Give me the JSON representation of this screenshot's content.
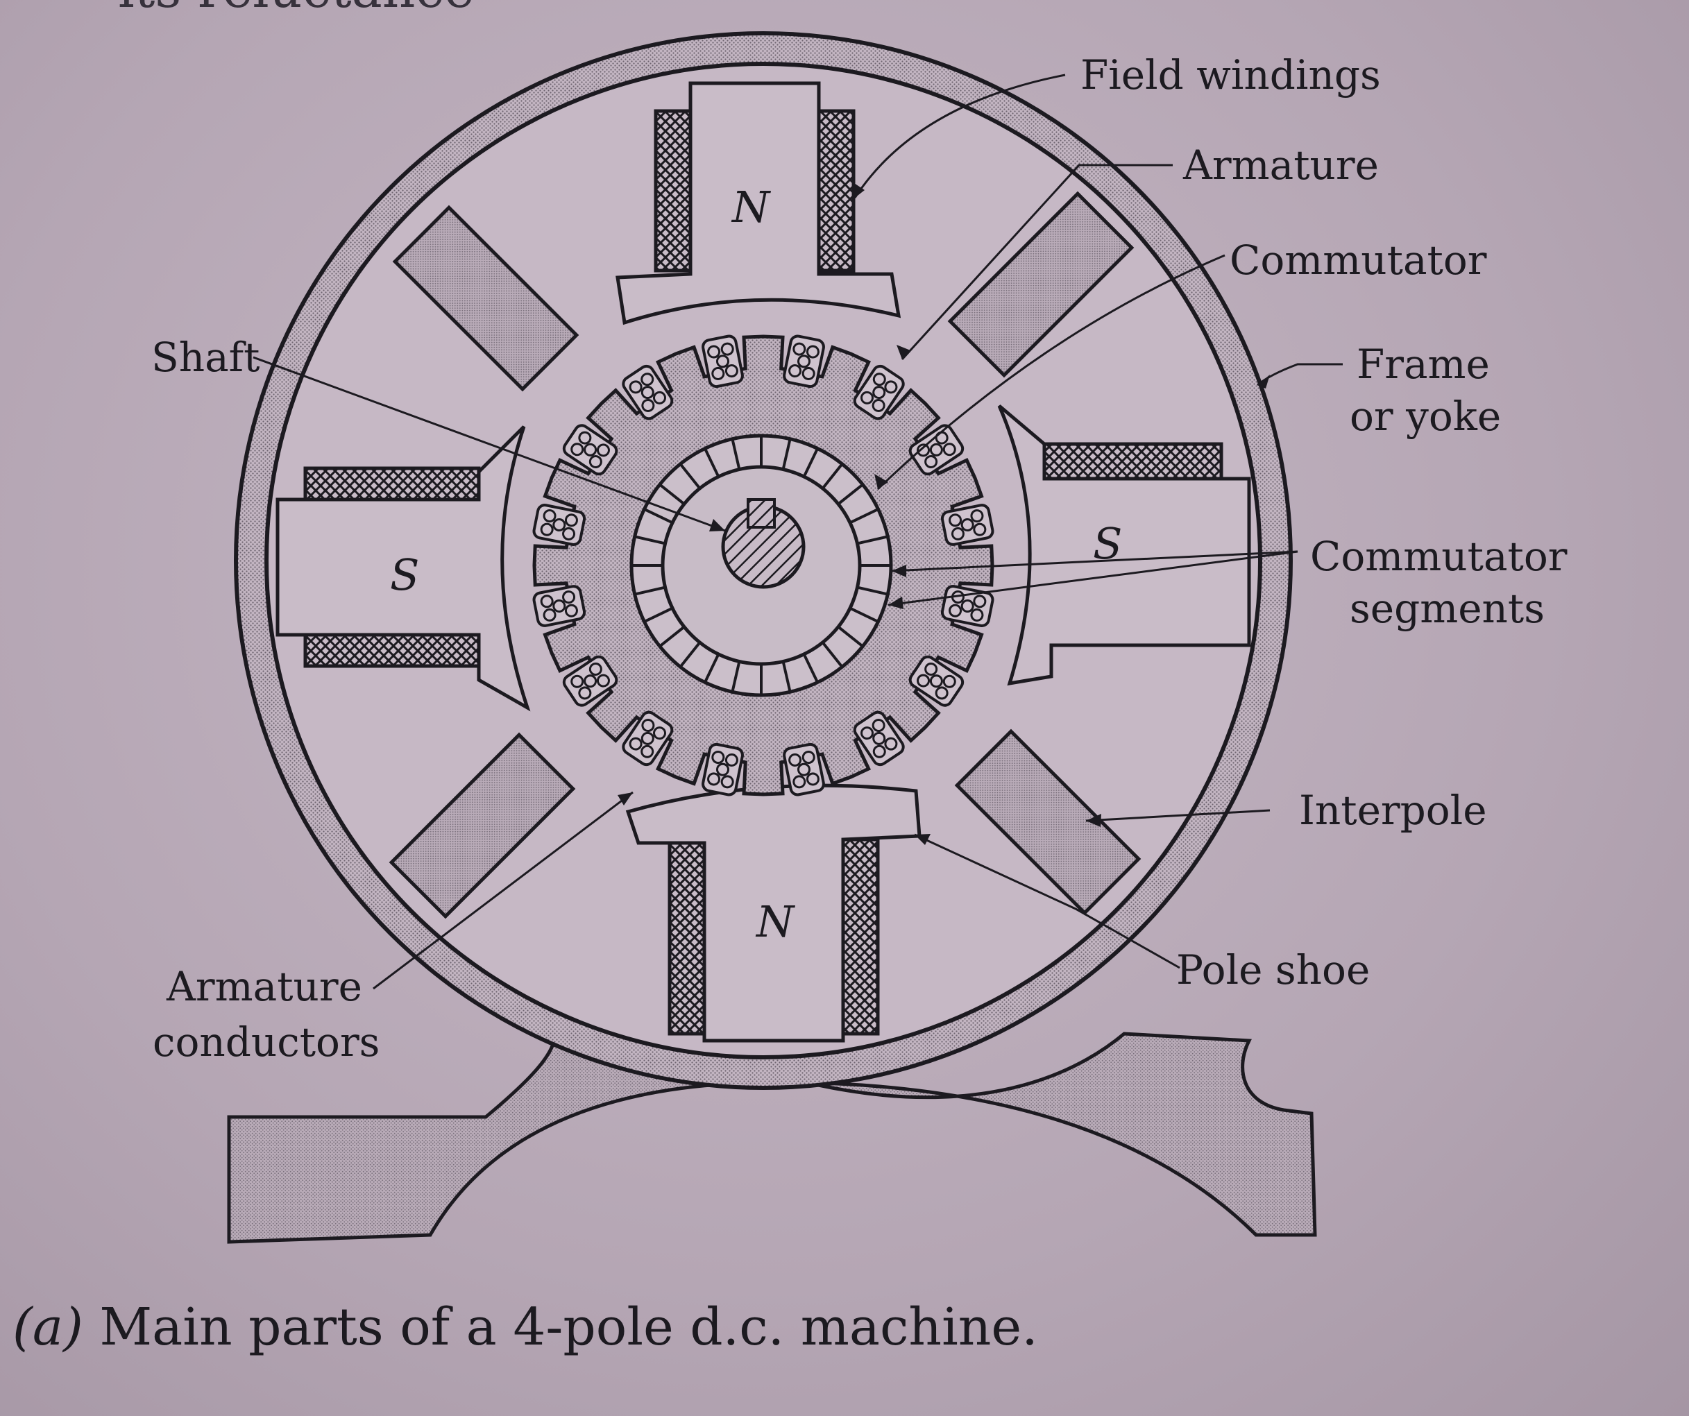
{
  "top_fragment": "its reluctance",
  "labels": {
    "field_windings": "Field windings",
    "armature": "Armature",
    "commutator": "Commutator",
    "frame_line1": "Frame",
    "frame_line2": "or yoke",
    "commutator_segments_line1": "Commutator",
    "commutator_segments_line2": "segments",
    "interpole": "Interpole",
    "pole_shoe": "Pole shoe",
    "shaft": "Shaft",
    "armature_conductors_line1": "Armature",
    "armature_conductors_line2": "conductors"
  },
  "poles": {
    "top": "N",
    "bottom": "N",
    "left": "S",
    "right": "S"
  },
  "caption": {
    "tag": "(a)",
    "text": " Main parts of a 4-pole d.c. machine."
  }
}
